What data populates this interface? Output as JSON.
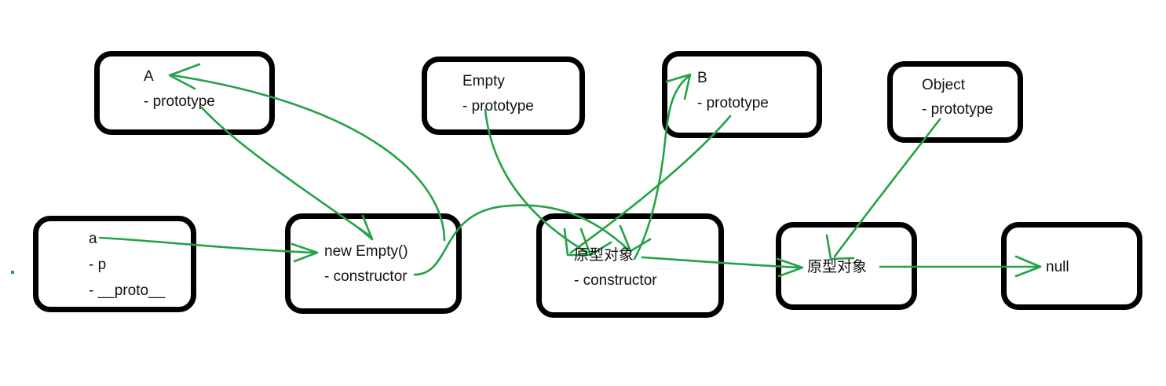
{
  "diagram": {
    "title": "JavaScript prototype chain diagram",
    "background_color": "#ffffff",
    "box_border_color": "#000000",
    "arrow_color": "#23a247",
    "text_color": "#121212"
  },
  "nodes": {
    "a": {
      "title": "a",
      "members": [
        "- p",
        "- __proto__"
      ]
    },
    "new_empty": {
      "title": "new Empty()",
      "members": [
        "- constructor"
      ]
    },
    "proto_a": {
      "title": "原型对象",
      "members": [
        "- constructor"
      ]
    },
    "proto_object": {
      "title": "原型对象",
      "members": []
    },
    "null_node": {
      "title": "null",
      "members": []
    },
    "ctor_a": {
      "title": "A",
      "members": [
        "- prototype"
      ]
    },
    "ctor_empty": {
      "title": "Empty",
      "members": [
        "- prototype"
      ]
    },
    "ctor_b": {
      "title": "B",
      "members": [
        "- prototype"
      ]
    },
    "ctor_object": {
      "title": "Object",
      "members": [
        "- prototype"
      ]
    }
  },
  "edges": [
    {
      "name": "a-to-new-empty",
      "from": "a",
      "to": "new_empty"
    },
    {
      "name": "a-prototype-to-new-empty",
      "from": "ctor_a",
      "to": "new_empty"
    },
    {
      "name": "new-empty-to-a-constructor",
      "from": "new_empty",
      "to": "ctor_a"
    },
    {
      "name": "empty-prototype-to-proto-a",
      "from": "ctor_empty",
      "to": "proto_a"
    },
    {
      "name": "new-empty-constructor-to-proto-a",
      "from": "new_empty",
      "to": "proto_a"
    },
    {
      "name": "proto-a-to-b-constructor",
      "from": "proto_a",
      "to": "ctor_b"
    },
    {
      "name": "b-prototype-to-proto-a",
      "from": "ctor_b",
      "to": "proto_a"
    },
    {
      "name": "proto-a-to-proto-object",
      "from": "proto_a",
      "to": "proto_object"
    },
    {
      "name": "object-prototype-to-proto-object",
      "from": "ctor_object",
      "to": "proto_object"
    },
    {
      "name": "proto-object-to-null",
      "from": "proto_object",
      "to": "null_node"
    }
  ]
}
